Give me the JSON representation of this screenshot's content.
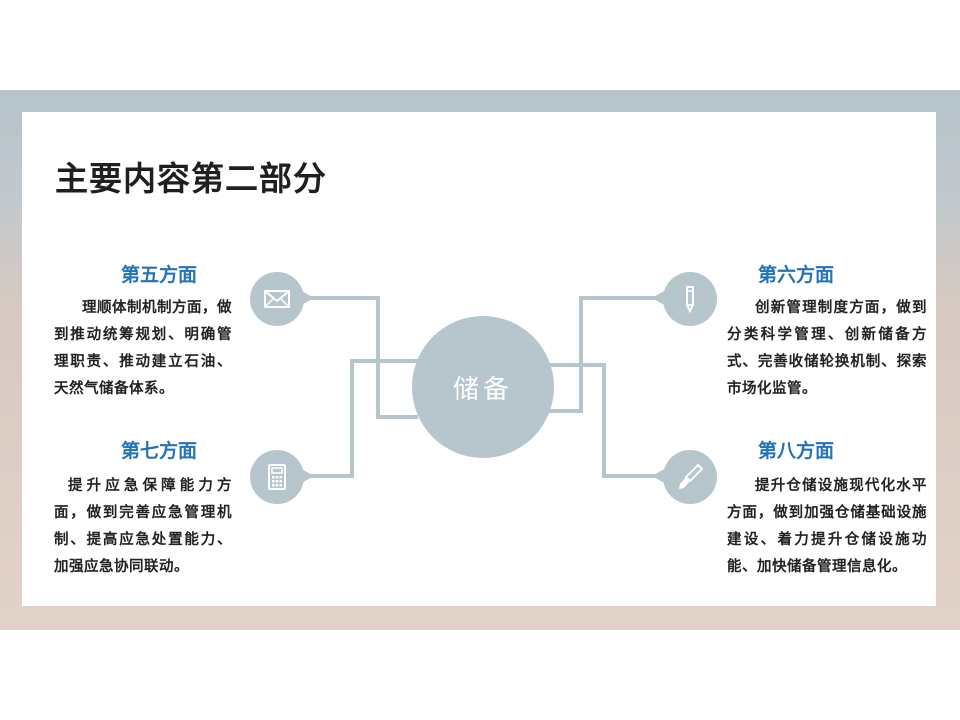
{
  "title": "主要内容第二部分",
  "center": {
    "label": "储备"
  },
  "sections": [
    {
      "title": "第五方面",
      "body": "理顺体制机制方面，做到推动统筹规划、明确管理职责、推动建立石油、天然气储备体系。",
      "icon": "envelope-icon"
    },
    {
      "title": "第六方面",
      "body": "创新管理制度方面，做到分类科学管理、创新储备方式、完善收储轮换机制、探索市场化监管。",
      "icon": "pen-icon"
    },
    {
      "title": "第七方面",
      "body": "提升应急保障能力方面，做到完善应急管理机制、提高应急处置能力、加强应急协同联动。",
      "icon": "calculator-icon"
    },
    {
      "title": "第八方面",
      "body": "提升仓储设施现代化水平方面，做到加强仓储基础设施建设、着力提升仓储设施功能、加快储备管理信息化。",
      "icon": "brush-icon"
    }
  ],
  "colors": {
    "accent": "#2474b5",
    "circle": "#b6c6cc",
    "connector": "#b6c6cc"
  }
}
